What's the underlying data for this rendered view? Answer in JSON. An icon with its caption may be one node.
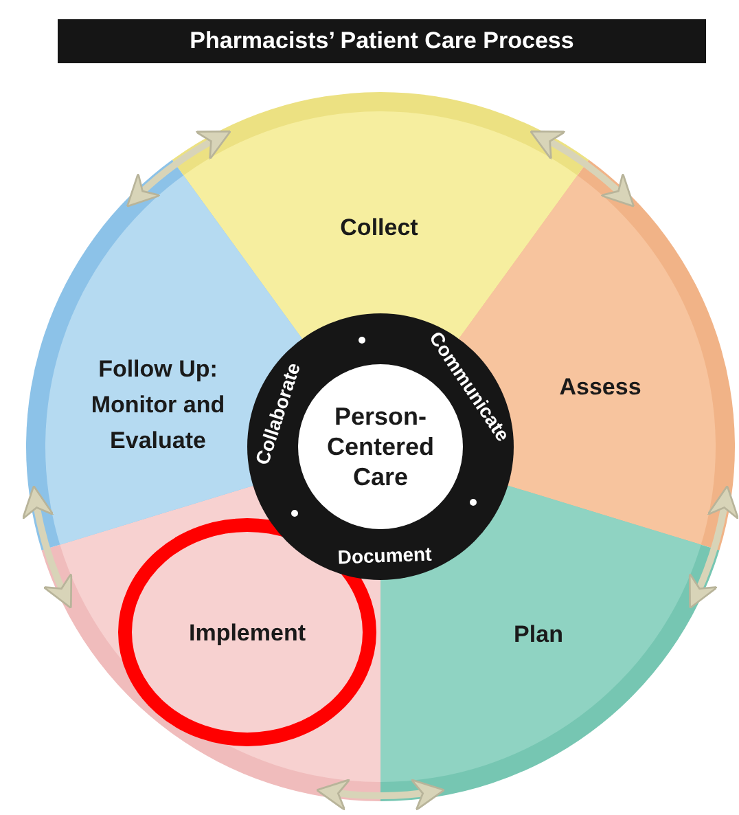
{
  "diagram": {
    "title": "Pharmacists’ Patient Care Process",
    "nodes": [
      {
        "text": [
          "Collect"
        ]
      },
      {
        "text": [
          "Assess"
        ]
      },
      {
        "text": [
          "Plan"
        ]
      },
      {
        "text": [
          "Implement"
        ]
      },
      {
        "text": [
          "Follow Up: Monitor and Evaluate"
        ]
      },
      {
        "text": [
          "Collaborate",
          "Communicate",
          "Document"
        ]
      },
      {
        "text": [
          "Person-Centered Care"
        ],
        "in": 5
      }
    ],
    "edges": [
      {
        "from": 0,
        "to": 1,
        "arrow": "both"
      },
      {
        "from": 1,
        "to": 2,
        "arrow": "both"
      },
      {
        "from": 2,
        "to": 3,
        "arrow": "both"
      },
      {
        "from": 3,
        "to": 4,
        "arrow": "both"
      },
      {
        "from": 4,
        "to": 0,
        "arrow": "both"
      }
    ]
  }
}
